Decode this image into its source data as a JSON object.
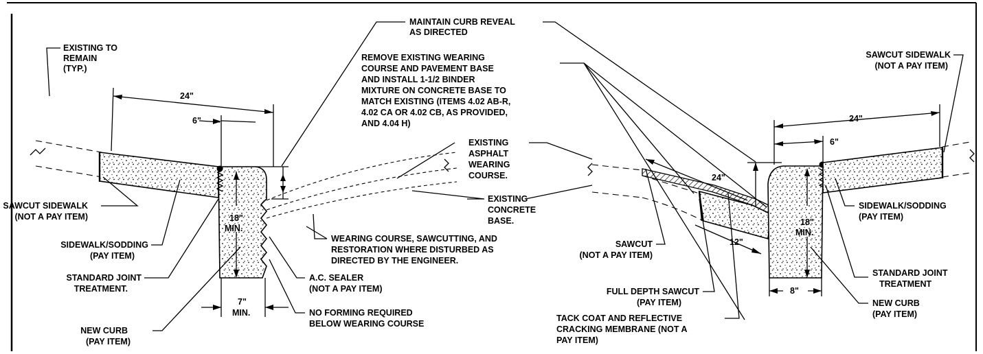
{
  "labels": {
    "existing_to_remain": [
      "EXISTING  TO",
      "REMAIN",
      "(TYP.)"
    ],
    "maintain_curb_reveal": [
      "MAINTAIN CURB REVEAL",
      "AS DIRECTED"
    ],
    "remove_existing": [
      "REMOVE EXISTING WEARING",
      "COURSE AND PAVEMENT BASE",
      "AND INSTALL 1-1/2  BINDER",
      "MIXTURE ON CONCRETE BASE TO",
      "MATCH EXISTING (ITEMS 4.02 AB-R,",
      "4.02 CA OR 4.02 CB, AS PROVIDED,",
      "AND 4.04 H)"
    ],
    "existing_asphalt": [
      "EXISTING",
      "ASPHALT",
      "WEARING",
      "COURSE."
    ],
    "existing_concrete": [
      "EXISTING",
      "CONCRETE",
      "BASE."
    ],
    "sawcut_sidewalk_left": [
      "SAWCUT SIDEWALK",
      "(NOT A PAY ITEM)"
    ],
    "sawcut_sidewalk_right": [
      "SAWCUT SIDEWALK",
      "(NOT A PAY ITEM)"
    ],
    "sidewalk_sodding_left": [
      "SIDEWALK/SODDING",
      "(PAY ITEM)"
    ],
    "sidewalk_sodding_right": [
      "SIDEWALK/SODDING",
      "(PAY ITEM)"
    ],
    "standard_joint_left": [
      "STANDARD JOINT",
      "TREATMENT."
    ],
    "standard_joint_right": [
      "STANDARD JOINT",
      "TREATMENT"
    ],
    "new_curb_left": [
      "NEW CURB",
      "(PAY ITEM)"
    ],
    "new_curb_right": [
      "NEW CURB",
      "(PAY ITEM)"
    ],
    "wearing_course_note": [
      "WEARING COURSE, SAWCUTTING, AND",
      "RESTORATION WHERE DISTURBED AS",
      "DIRECTED BY THE ENGINEER."
    ],
    "ac_sealer": [
      "A.C.  SEALER",
      "(NOT A PAY ITEM)"
    ],
    "no_forming": [
      "NO FORMING REQUIRED",
      "BELOW WEARING COURSE"
    ],
    "sawcut": [
      "SAWCUT",
      "(NOT A PAY ITEM)"
    ],
    "full_depth_sawcut": [
      "FULL DEPTH SAWCUT",
      "(PAY ITEM)"
    ],
    "tack_coat": [
      "TACK COAT AND REFLECTIVE",
      "CRACKING MEMBRANE (NOT A",
      "PAY ITEM)"
    ]
  },
  "dimensions": {
    "left_24": "24\"",
    "left_6": "6\"",
    "left_18": "18\"",
    "left_18_min": "MIN.",
    "left_7": "7\"",
    "left_7_min": "MIN.",
    "right_24_top": "24\"",
    "right_6": "6\"",
    "right_24_slope": "24\"",
    "right_12": "12\"",
    "right_18": "18\"",
    "right_18_min": "MIN.",
    "right_8": "8\""
  }
}
